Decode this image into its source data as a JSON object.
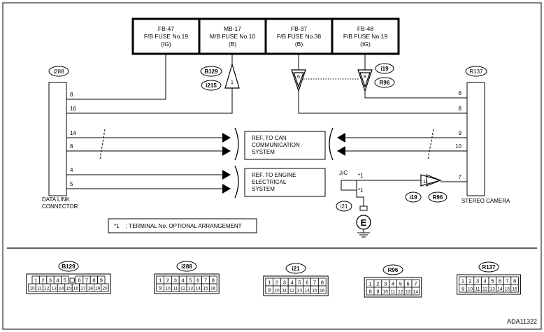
{
  "fuses": [
    {
      "id": "FB-47",
      "name": "F/B FUSE No.19",
      "type": "(IG)"
    },
    {
      "id": "MB-17",
      "name": "M/B FUSE No.10",
      "type": "(B)"
    },
    {
      "id": "FB-37",
      "name": "F/B FUSE No.38",
      "type": "(B)"
    },
    {
      "id": "FB-48",
      "name": "F/B FUSE No.19",
      "type": "(IG)"
    }
  ],
  "data_link": {
    "connector_id": "i288",
    "label_line1": "DATA LINK",
    "label_line2": "CONNECTOR",
    "pins": [
      "8",
      "16",
      "14",
      "6",
      "4",
      "5"
    ]
  },
  "stereo_camera": {
    "connector_id": "R137",
    "label": "STEREO CAMERA",
    "pins": [
      "6",
      "8",
      "9",
      "10",
      "7"
    ]
  },
  "mb17_connectors": [
    "B129",
    "i215"
  ],
  "mb17_pin": "1",
  "fb37_pin": "6",
  "fb48_pin": "8",
  "fb48_connectors": [
    "i19",
    "R96"
  ],
  "can_ref": [
    "REF. TO CAN",
    "COMMUNICATION",
    "SYSTEM"
  ],
  "engine_ref": [
    "REF. TO ENGINE",
    "ELECTRICAL",
    "SYSTEM"
  ],
  "jc": {
    "label": "J/C",
    "marks": [
      "*1",
      "*1"
    ],
    "connector": "i21"
  },
  "ground_symbol": "E",
  "camera_pin7_connector": {
    "pin": "11",
    "connectors": [
      "i19",
      "R96"
    ]
  },
  "note": {
    "mark": "*1",
    "text": ": TERMINAL No. OPTIONAL ARRANGEMENT"
  },
  "connector_views": [
    {
      "id": "B129",
      "row1": [
        "1",
        "2",
        "3",
        "4",
        "5",
        "",
        "6",
        "7",
        "8",
        "9"
      ],
      "row2": [
        "10",
        "11",
        "12",
        "13",
        "14",
        "15",
        "16",
        "17",
        "18",
        "19",
        "20"
      ]
    },
    {
      "id": "i288",
      "row1": [
        "1",
        "2",
        "3",
        "4",
        "5",
        "6",
        "7",
        "8"
      ],
      "row2": [
        "9",
        "10",
        "11",
        "12",
        "13",
        "14",
        "15",
        "16"
      ]
    },
    {
      "id": "i21",
      "row1": [
        "1",
        "2",
        "3",
        "4",
        "5",
        "6",
        "7",
        "8"
      ],
      "row2": [
        "9",
        "10",
        "11",
        "12",
        "13",
        "14",
        "15",
        "16"
      ]
    },
    {
      "id": "R96",
      "row1": [
        "1",
        "2",
        "3",
        "4",
        "5",
        "6",
        "7"
      ],
      "row2": [
        "8",
        "9",
        "10",
        "11",
        "12",
        "13",
        "14"
      ]
    },
    {
      "id": "R137",
      "row1": [
        "1",
        "2",
        "3",
        "4",
        "5",
        "6",
        "7",
        "8"
      ],
      "row2": [
        "9",
        "10",
        "11",
        "12",
        "13",
        "14",
        "15",
        "16"
      ]
    }
  ],
  "figure_code": "ADA11322"
}
